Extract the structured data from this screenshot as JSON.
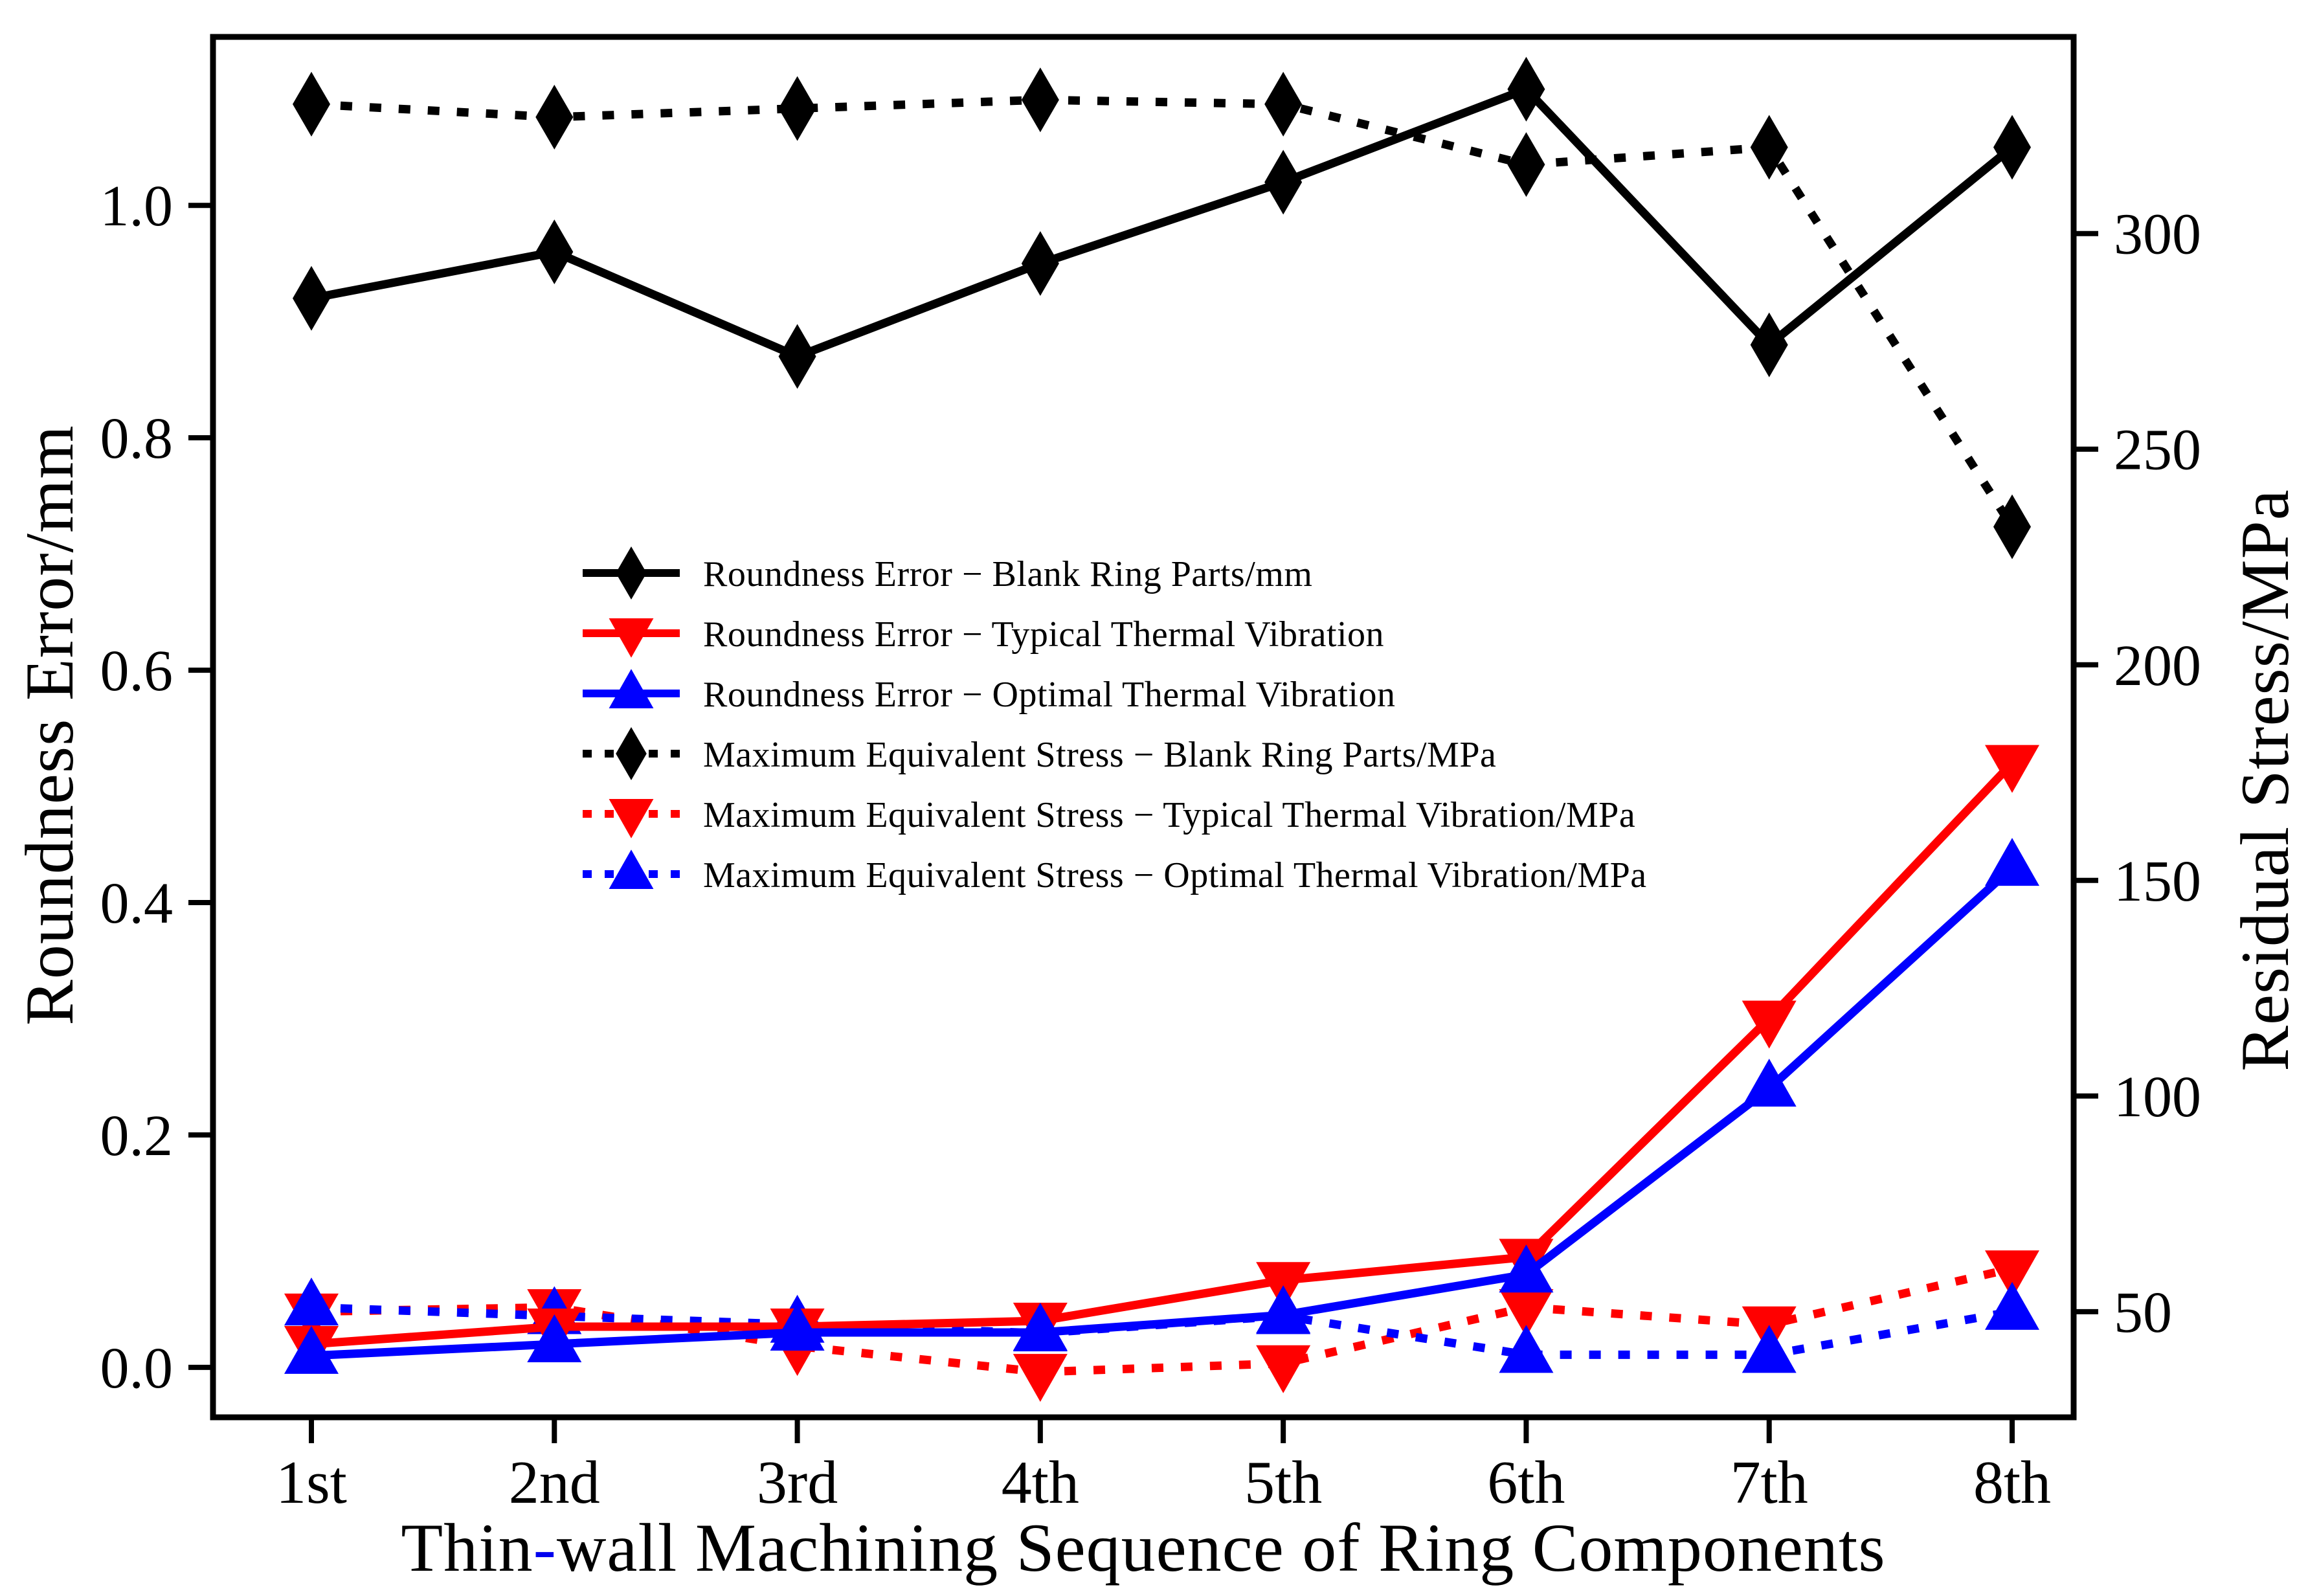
{
  "figure": {
    "background": "#ffffff",
    "accent_colors": {
      "black": "#000000",
      "red": "#ff0000",
      "blue": "#0000ff"
    }
  },
  "chart_data": {
    "type": "line",
    "categories": [
      "1st",
      "2nd",
      "3rd",
      "4th",
      "5th",
      "6th",
      "7th",
      "8th"
    ],
    "x_label": {
      "part1": "Thin",
      "hyphen": "-",
      "part2": "wall Machining Sequence of Ring Components",
      "hyphen_color": "#0000ee"
    },
    "left_axis": {
      "label": "Roundness Error/mm",
      "ticks": [
        "0.0",
        "0.2",
        "0.4",
        "0.6",
        "0.8",
        "1.0"
      ],
      "range": [
        -0.043,
        1.145
      ]
    },
    "right_axis": {
      "label": "Residual Stress/MPa",
      "ticks": [
        "50",
        "100",
        "150",
        "200",
        "250",
        "300"
      ],
      "range": [
        25.5,
        345.6
      ]
    },
    "grid": false,
    "legend_position": "upper-left-center, no frame",
    "series": [
      {
        "name": "Roundness Error − Blank Ring Parts/mm",
        "axis": "left",
        "color": "#000000",
        "line_style": "solid",
        "marker": "diamond",
        "values": [
          0.92,
          0.96,
          0.87,
          0.95,
          1.02,
          1.1,
          0.88,
          1.05
        ]
      },
      {
        "name": "Roundness Error − Typical Thermal Vibration",
        "axis": "left",
        "color": "#ff0000",
        "line_style": "solid",
        "marker": "triangle-down",
        "values": [
          0.02,
          0.035,
          0.035,
          0.04,
          0.075,
          0.095,
          0.3,
          0.52
        ]
      },
      {
        "name": "Roundness Error − Optimal Thermal Vibration",
        "axis": "left",
        "color": "#0000ff",
        "line_style": "solid",
        "marker": "triangle-up",
        "values": [
          0.01,
          0.02,
          0.03,
          0.03,
          0.045,
          0.08,
          0.24,
          0.43
        ]
      },
      {
        "name": "Maximum Equivalent Stress − Blank Ring Parts/MPa",
        "axis": "right",
        "color": "#000000",
        "line_style": "dotted",
        "marker": "diamond",
        "values": [
          330,
          327,
          329,
          331,
          330,
          316,
          320,
          232
        ]
      },
      {
        "name": "Maximum Equivalent Stress − Typical Thermal Vibration/MPa",
        "axis": "right",
        "color": "#ff0000",
        "line_style": "dotted",
        "marker": "triangle-down",
        "values": [
          50,
          51,
          42,
          36,
          38,
          51,
          47,
          60
        ]
      },
      {
        "name": "Maximum Equivalent Stress − Optimal Thermal Vibration/MPa",
        "axis": "right",
        "color": "#0000ff",
        "line_style": "dotted",
        "marker": "triangle-up",
        "values": [
          51,
          49,
          47,
          45,
          49,
          40,
          40,
          50
        ]
      }
    ]
  }
}
